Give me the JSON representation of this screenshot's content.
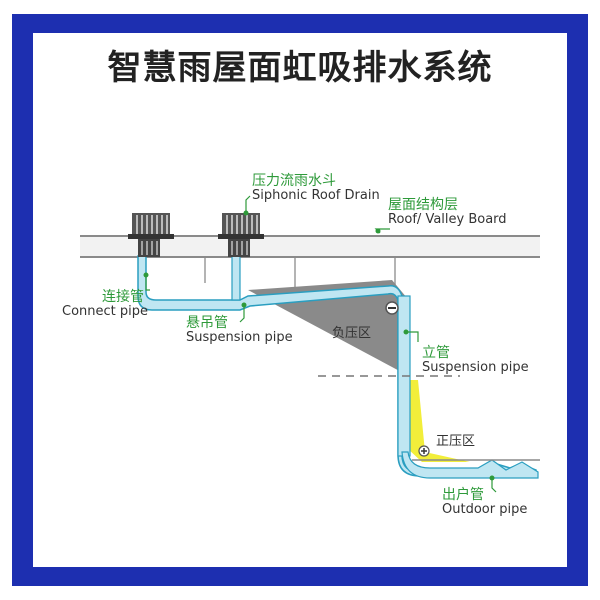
{
  "title": "智慧雨屋面虹吸排水系统",
  "labels": {
    "siphonic_drain_cn": "压力流雨水斗",
    "siphonic_drain_en": "Siphonic Roof Drain",
    "roof_board_cn": "屋面结构层",
    "roof_board_en": "Roof/ Valley Board",
    "connect_pipe_cn": "连接管",
    "connect_pipe_en": "Connect pipe",
    "suspension_h_cn": "悬吊管",
    "suspension_h_en": "Suspension pipe",
    "negative_zone": "负压区",
    "suspension_v_cn": "立管",
    "suspension_v_en": "Suspension pipe",
    "positive_zone": "正压区",
    "outdoor_pipe_cn": "出户管",
    "outdoor_pipe_en": "Outdoor pipe"
  },
  "colors": {
    "border": "#1d2fb0",
    "pipe_fill": "#bfe6f2",
    "pipe_stroke": "#2a9ec0",
    "negative_fill": "#8a8a8a",
    "positive_fill": "#f2ee3a",
    "label_green": "#2e9a3a"
  }
}
